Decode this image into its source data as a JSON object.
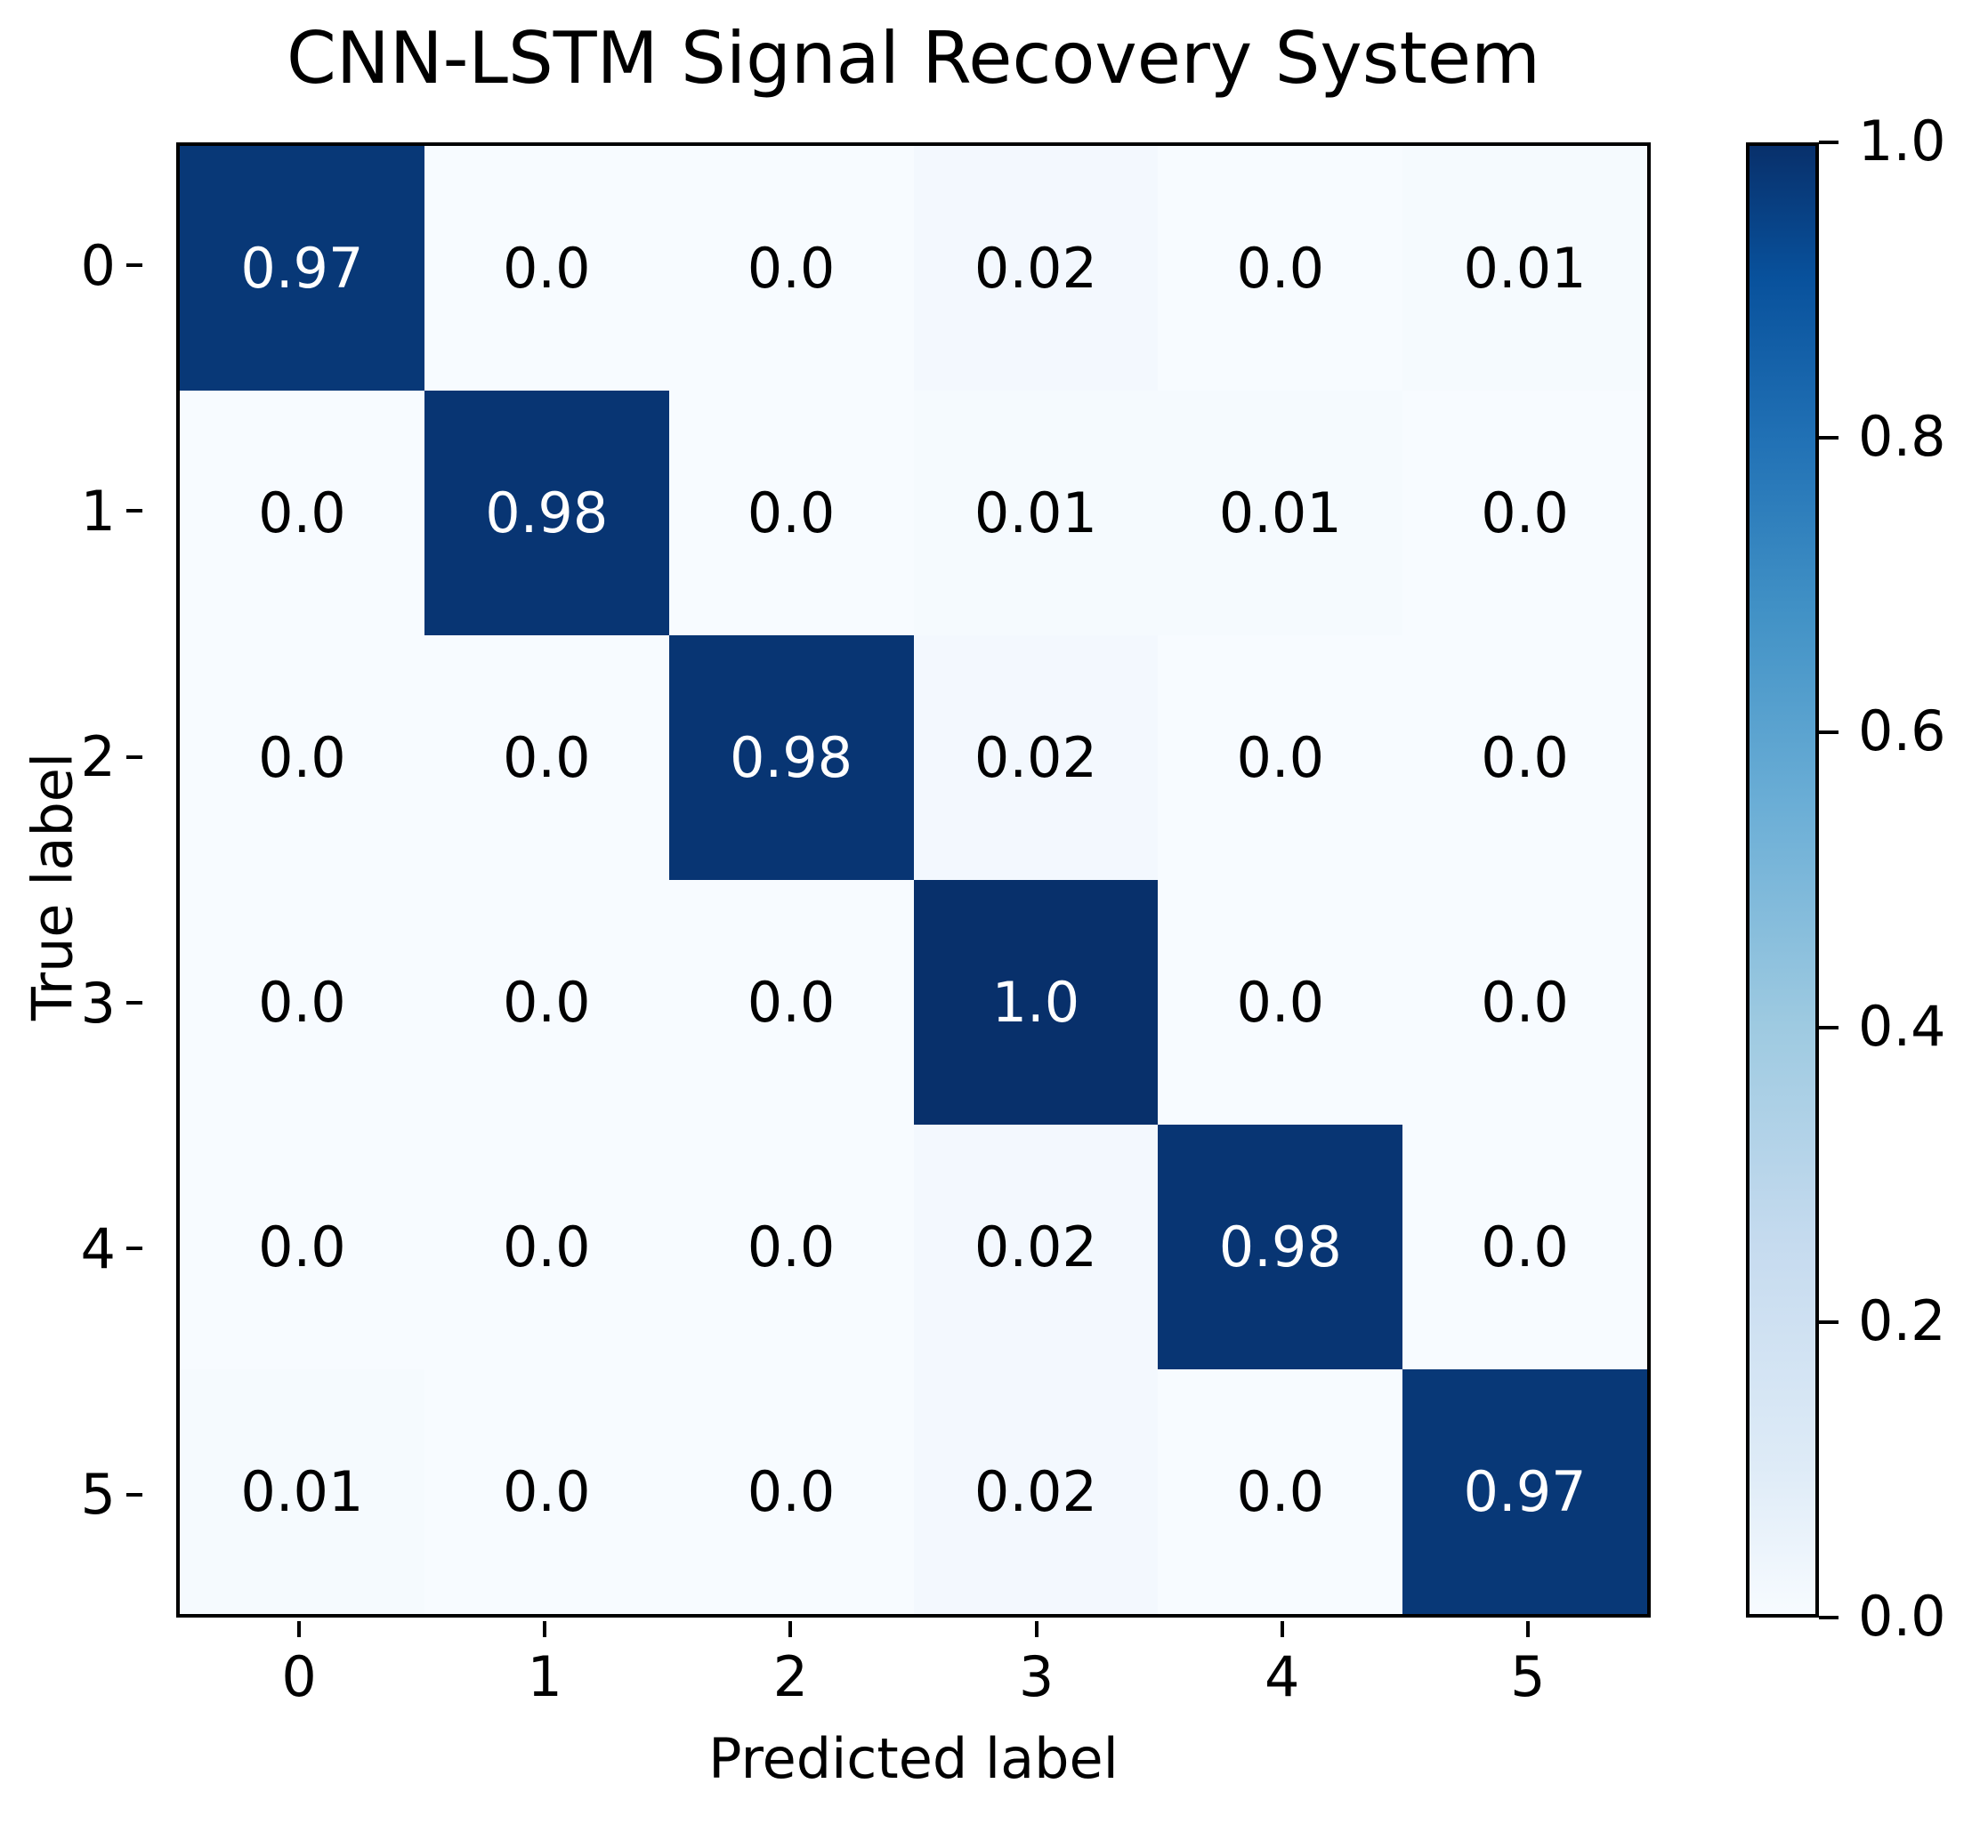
{
  "chart_data": {
    "type": "heatmap",
    "title": "CNN-LSTM Signal Recovery System",
    "xlabel": "Predicted label",
    "ylabel": "True label",
    "x_tick_labels": [
      "0",
      "1",
      "2",
      "3",
      "4",
      "5"
    ],
    "y_tick_labels": [
      "0",
      "1",
      "2",
      "3",
      "4",
      "5"
    ],
    "categories": [
      "0",
      "1",
      "2",
      "3",
      "4",
      "5"
    ],
    "colormap": "Blues",
    "vmin": 0.0,
    "vmax": 1.0,
    "grid": false,
    "legend_position": "right-colorbar",
    "colorbar": {
      "ticks": [
        "0.0",
        "0.2",
        "0.4",
        "0.6",
        "0.8",
        "1.0"
      ],
      "tick_values": [
        0.0,
        0.2,
        0.4,
        0.6,
        0.8,
        1.0
      ],
      "orientation": "vertical",
      "low_color": "#f7fbff",
      "high_color": "#08306b"
    },
    "values": [
      [
        0.97,
        0.0,
        0.0,
        0.02,
        0.0,
        0.01
      ],
      [
        0.0,
        0.98,
        0.0,
        0.01,
        0.01,
        0.0
      ],
      [
        0.0,
        0.0,
        0.98,
        0.02,
        0.0,
        0.0
      ],
      [
        0.0,
        0.0,
        0.0,
        1.0,
        0.0,
        0.0
      ],
      [
        0.0,
        0.0,
        0.0,
        0.02,
        0.98,
        0.0
      ],
      [
        0.01,
        0.0,
        0.0,
        0.02,
        0.0,
        0.97
      ]
    ],
    "cell_labels": [
      [
        "0.97",
        "0.0",
        "0.0",
        "0.02",
        "0.0",
        "0.01"
      ],
      [
        "0.0",
        "0.98",
        "0.0",
        "0.01",
        "0.01",
        "0.0"
      ],
      [
        "0.0",
        "0.0",
        "0.98",
        "0.02",
        "0.0",
        "0.0"
      ],
      [
        "0.0",
        "0.0",
        "0.0",
        "1.0",
        "0.0",
        "0.0"
      ],
      [
        "0.0",
        "0.0",
        "0.0",
        "0.02",
        "0.98",
        "0.0"
      ],
      [
        "0.01",
        "0.0",
        "0.0",
        "0.02",
        "0.0",
        "0.97"
      ]
    ]
  }
}
